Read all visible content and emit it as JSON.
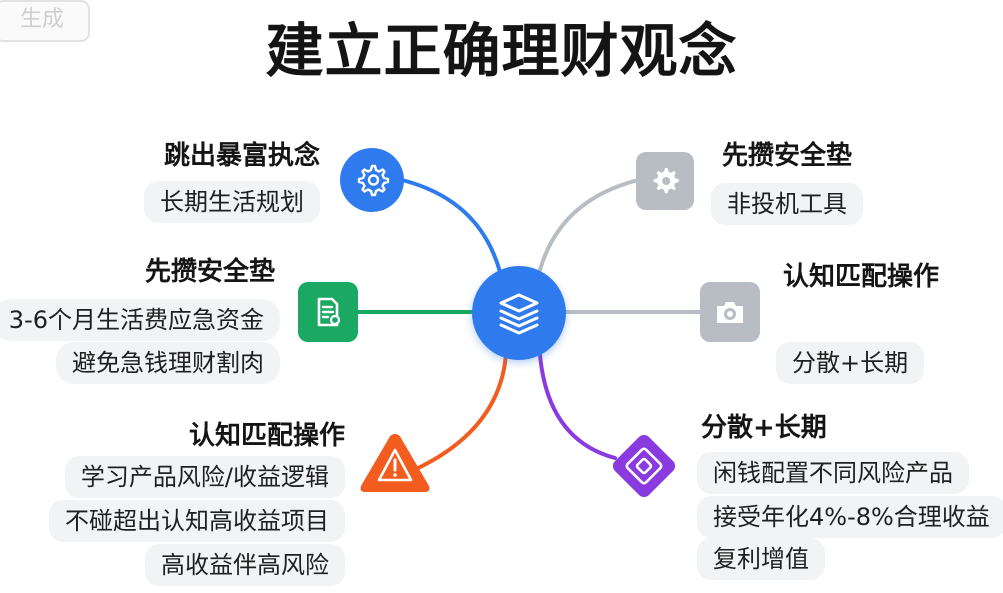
{
  "watermark": "生成",
  "title": "建立正确理财观念",
  "colors": {
    "blue": "#2f7bee",
    "green": "#1aa862",
    "orange": "#f25c1f",
    "purple": "#8a3be0",
    "gray": "#b8bcc3",
    "pill_bg": "#f2f3f5"
  },
  "branches": {
    "top_left": {
      "heading": "跳出暴富执念",
      "items": [
        "长期生活规划"
      ],
      "icon": "gear-icon"
    },
    "mid_left": {
      "heading": "先攒安全垫",
      "items": [
        "3-6个月生活费应急资金",
        "避免急钱理财割肉"
      ],
      "icon": "document-icon"
    },
    "bottom_left": {
      "heading": "认知匹配操作",
      "items": [
        "学习产品风险/收益逻辑",
        "不碰超出认知高收益项目",
        "高收益伴高风险"
      ],
      "icon": "warning-icon"
    },
    "top_right": {
      "heading": "先攒安全垫",
      "items": [
        "非投机工具"
      ],
      "icon": "gear-icon"
    },
    "mid_right": {
      "heading": "认知匹配操作",
      "items": [
        "分散+长期"
      ],
      "icon": "camera-icon"
    },
    "bottom_right": {
      "heading": "分散+长期",
      "items": [
        "闲钱配置不同风险产品",
        "接受年化4%-8%合理收益",
        "复利增值"
      ],
      "icon": "diamond-icon"
    }
  },
  "center_icon": "layers-icon"
}
